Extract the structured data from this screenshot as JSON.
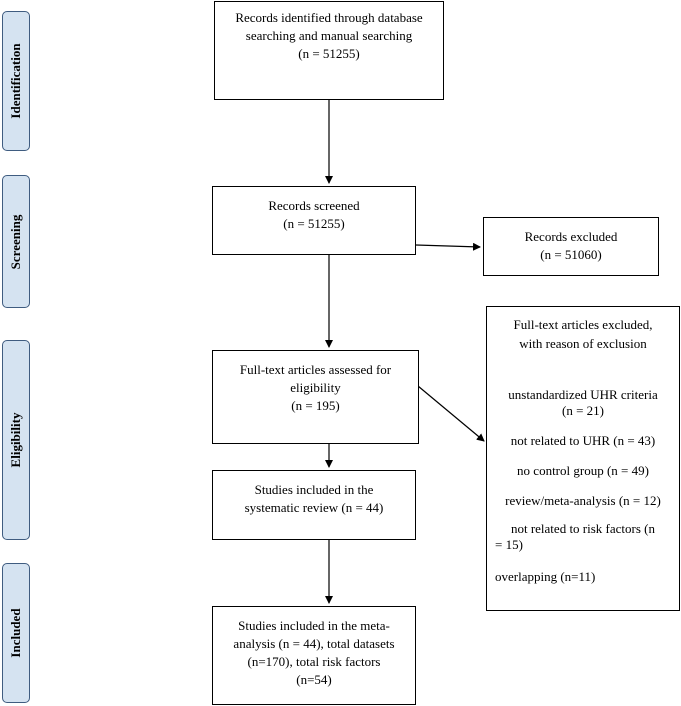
{
  "phases": [
    "Identification",
    "Screening",
    "Eligibility",
    "Included"
  ],
  "boxes": {
    "identified": [
      "Records identified through database",
      "searching and manual searching",
      "(n = 51255)"
    ],
    "screened": [
      "Records screened",
      "(n = 51255)"
    ],
    "excluded": [
      "Records excluded",
      "(n = 51060)"
    ],
    "assessed": [
      "Full-text articles assessed for",
      "eligibility",
      "(n = 195)"
    ],
    "systematic": [
      "Studies included in the",
      "systematic review (n = 44)"
    ],
    "meta": [
      "Studies included in the meta-",
      "analysis (n = 44), total datasets",
      "(n=170), total risk factors",
      "(n=54)"
    ]
  },
  "exclusion": {
    "heading": [
      "Full-text articles excluded,",
      "with reason of exclusion"
    ],
    "reasons": [
      [
        "unstandardized UHR criteria",
        "(n = 21)"
      ],
      [
        "not related to UHR (n = 43)"
      ],
      [
        "no control group (n = 49)"
      ],
      [
        "review/meta-analysis (n = 12)"
      ],
      [
        "not related to risk factors (n",
        "= 15)"
      ],
      [
        "overlapping (n=11)"
      ]
    ]
  }
}
